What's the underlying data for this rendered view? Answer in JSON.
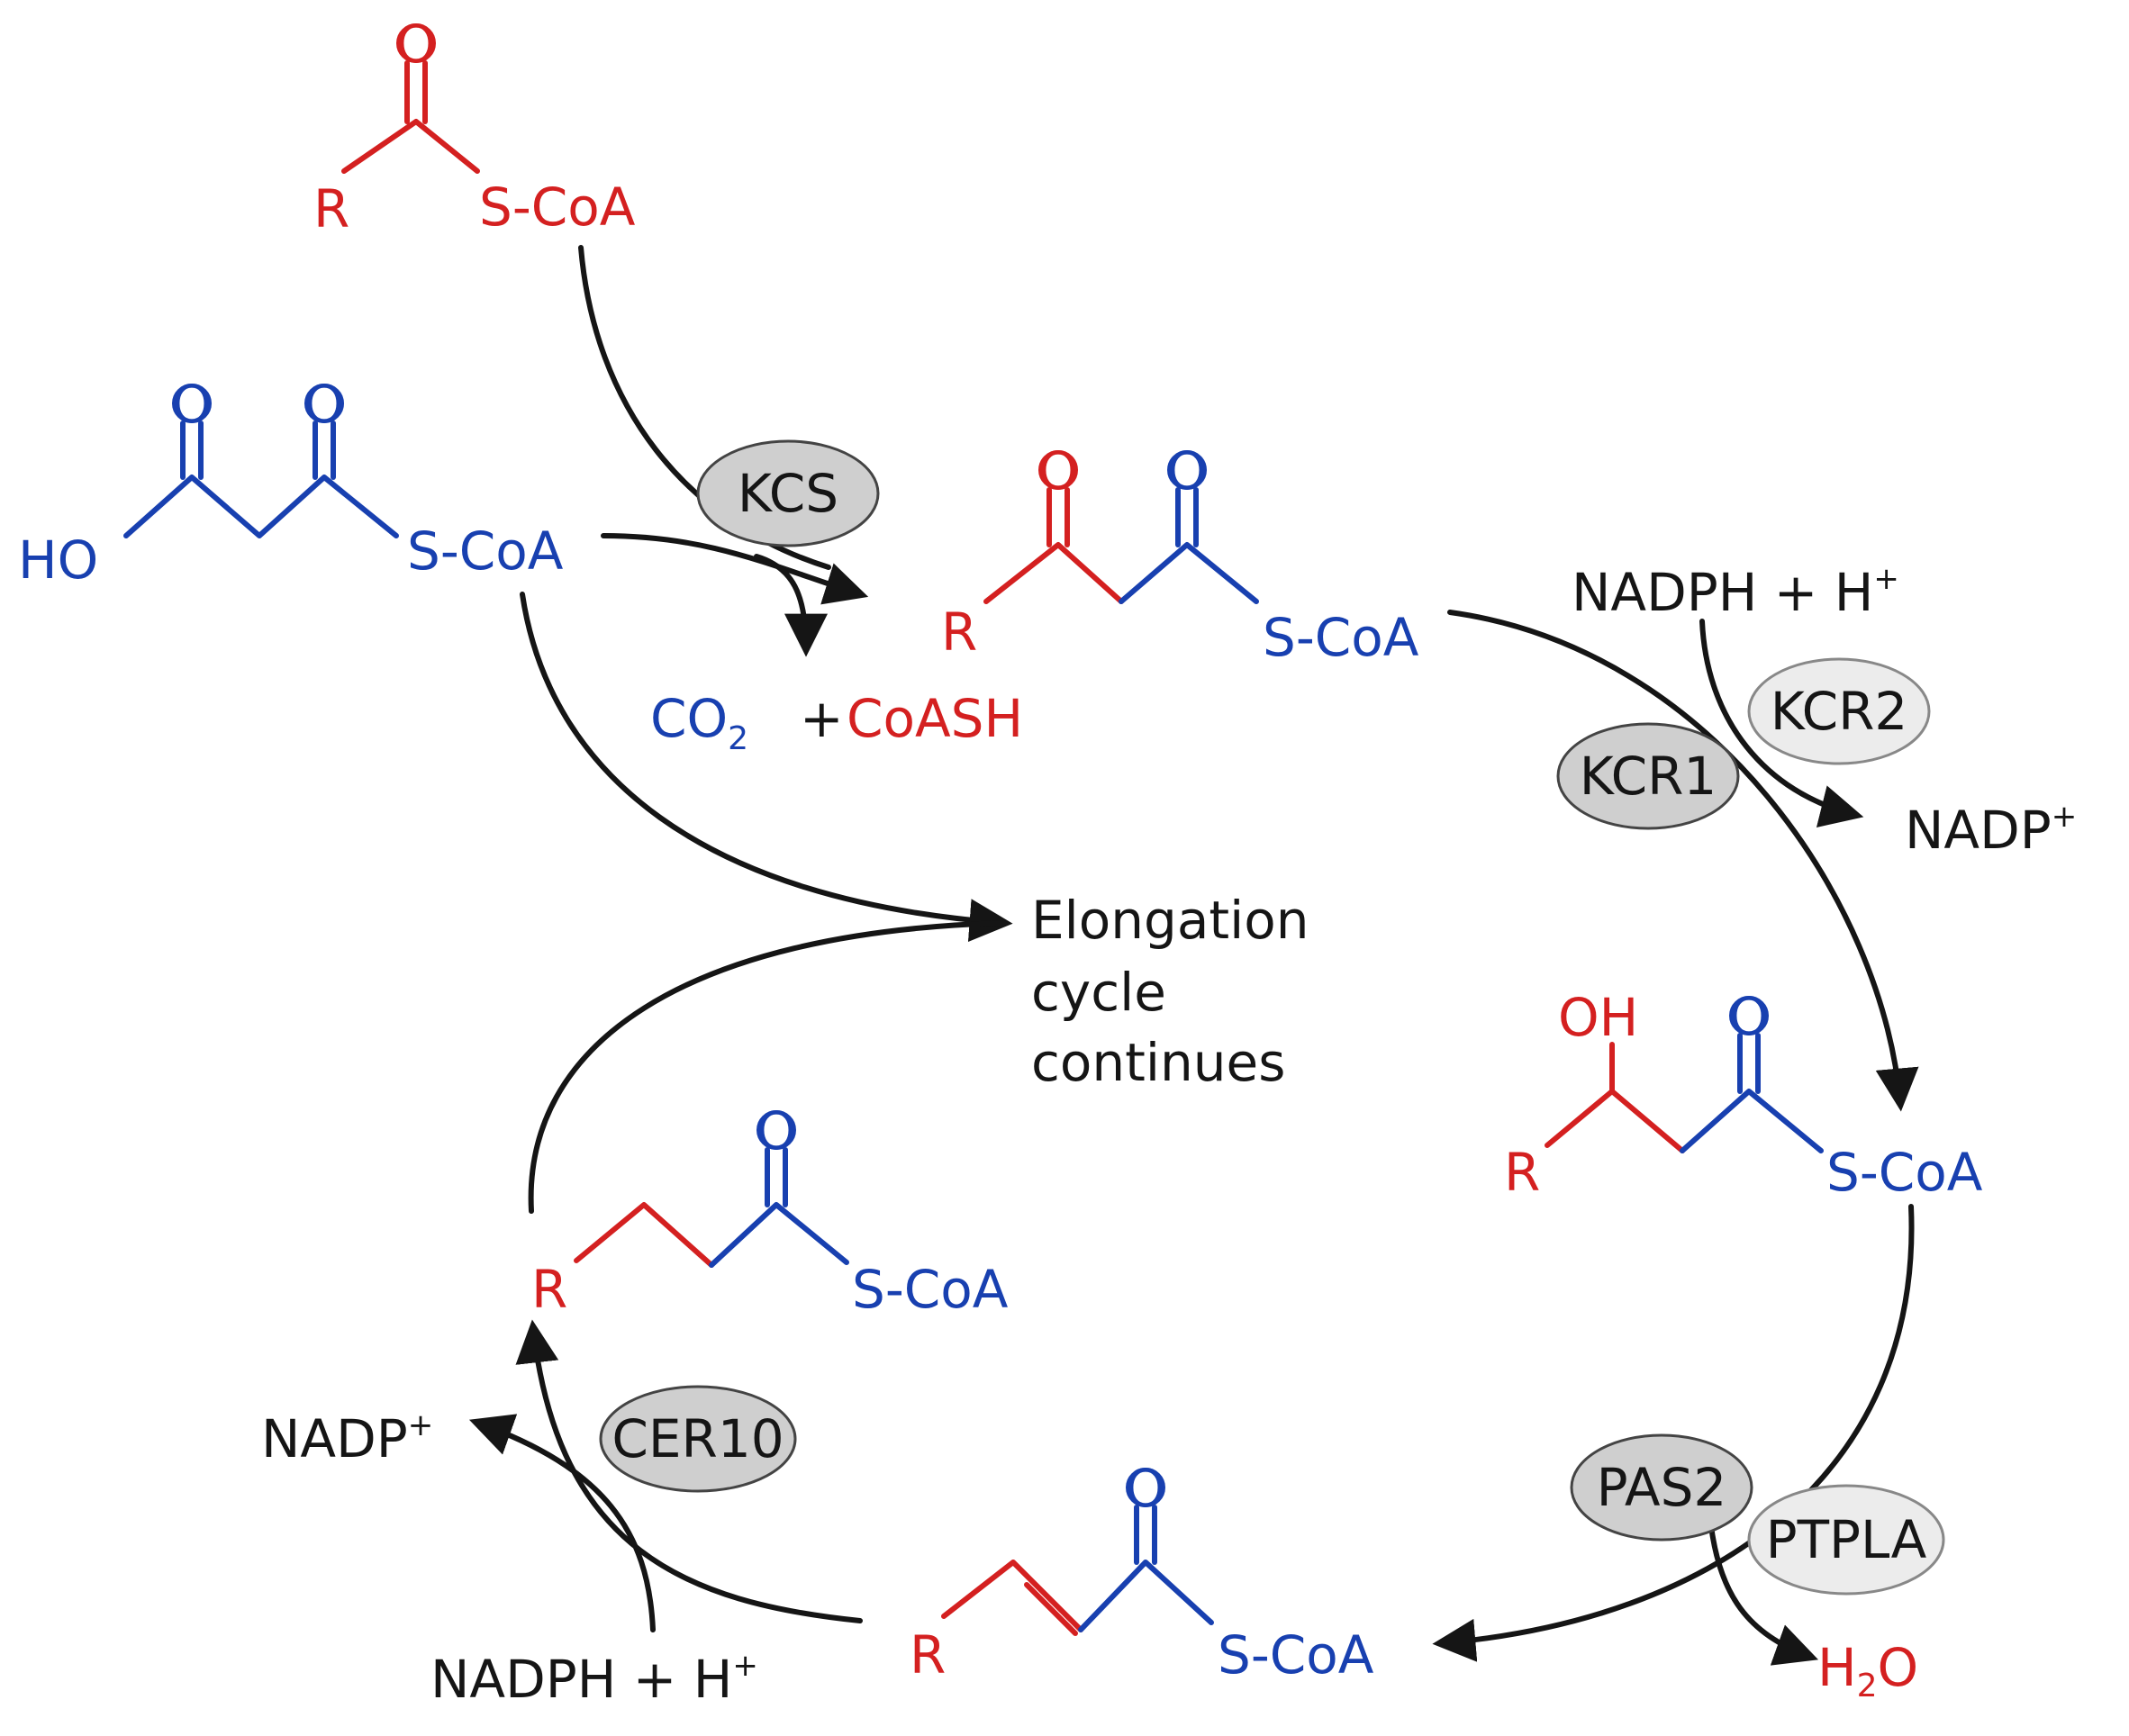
{
  "colors": {
    "acyl": "#d42020",
    "malonyl": "#1840b0",
    "arrows": "#151515",
    "enzyme_dark": "#cfcfcf",
    "enzyme_light": "#ececec"
  },
  "molecules": {
    "acyl_coa": {
      "o": "O",
      "r": "R",
      "s": "S-CoA"
    },
    "malonyl_coa": {
      "o1": "O",
      "o2": "O",
      "ho": "HO",
      "s": "S-CoA"
    },
    "ketoacyl_coa": {
      "o1": "O",
      "o2": "O",
      "r": "R",
      "s": "S-CoA"
    },
    "hydroxyacyl_coa": {
      "oh": "OH",
      "o": "O",
      "r": "R",
      "s": "S-CoA"
    },
    "enoyl_coa": {
      "o": "O",
      "r": "R",
      "s": "S-CoA"
    },
    "elongated_acyl_coa": {
      "o": "O",
      "r": "R",
      "s": "S-CoA"
    }
  },
  "byproducts": {
    "co2": "CO",
    "co2_sub": "2",
    "plus": "+",
    "coash": "CoASH",
    "nadph_top": "NADPH + H",
    "nadph_top_sup": "+",
    "nadp_top": "NADP",
    "nadp_top_sup": "+",
    "h2o_h": "H",
    "h2o_sub": "2",
    "h2o_o": "O",
    "nadph_bottom": "NADPH + H",
    "nadph_bottom_sup": "+",
    "nadp_bottom": "NADP",
    "nadp_bottom_sup": "+"
  },
  "enzymes": {
    "kcs": "KCS",
    "kcr1": "KCR1",
    "kcr2": "KCR2",
    "pas2": "PAS2",
    "ptpla": "PTPLA",
    "cer10": "CER10"
  },
  "cycle_label": {
    "line1": "Elongation",
    "line2": "cycle",
    "line3": "continues"
  }
}
